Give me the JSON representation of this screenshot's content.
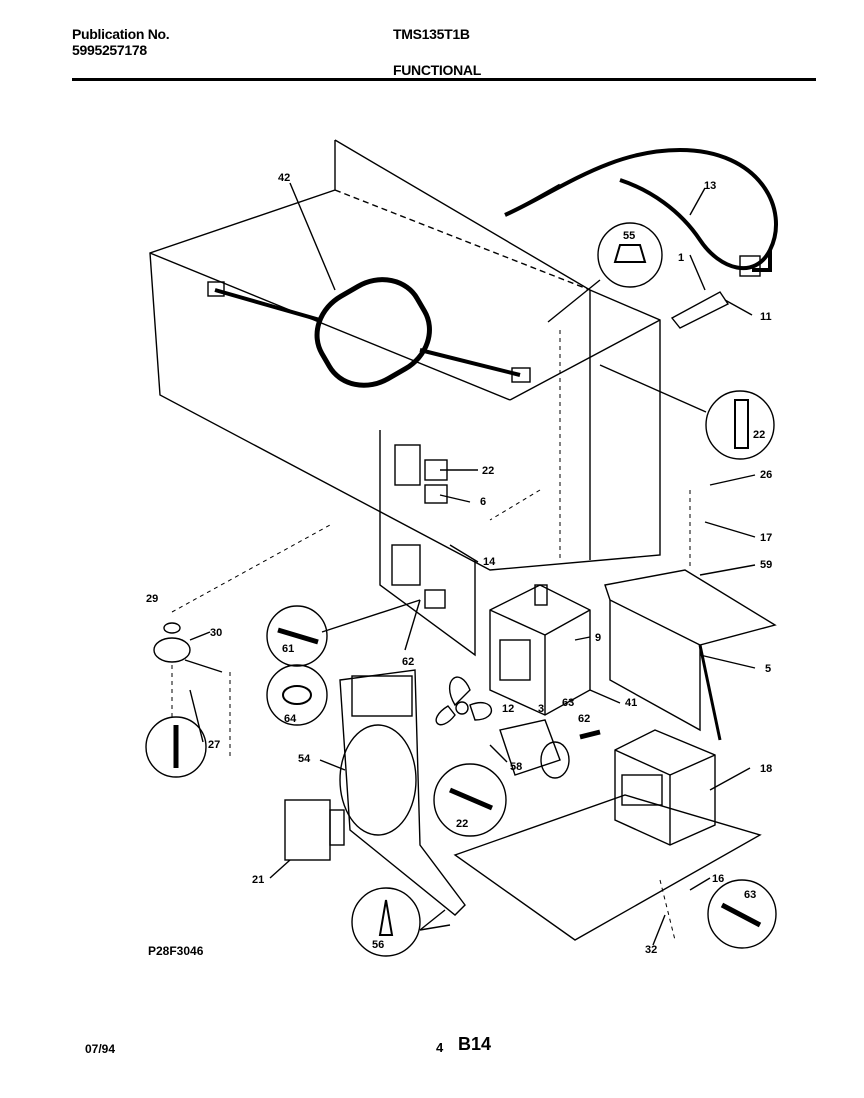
{
  "header": {
    "publication_label": "Publication No.",
    "publication_number": "5995257178",
    "model": "TMS135T1B",
    "section": "FUNCTIONAL"
  },
  "diagram_code": "P28F3046",
  "footer": {
    "date": "07/94",
    "page": "4",
    "code": "B14"
  },
  "callouts": {
    "c42": "42",
    "c13": "13",
    "c55": "55",
    "c1": "1",
    "c11": "11",
    "c22a": "22",
    "c26": "26",
    "c17": "17",
    "c22b": "22",
    "c6": "6",
    "c14": "14",
    "c59": "59",
    "c29": "29",
    "c30": "30",
    "c61": "61",
    "c62": "62",
    "c9": "9",
    "c5": "5",
    "c64": "64",
    "c27": "27",
    "c54": "54",
    "c12": "12",
    "c3": "3",
    "c63a": "63",
    "c41": "41",
    "c62b": "62",
    "c18": "18",
    "c58": "58",
    "c22c": "22",
    "c21": "21",
    "c16": "16",
    "c63b": "63",
    "c56": "56",
    "c32": "32"
  }
}
